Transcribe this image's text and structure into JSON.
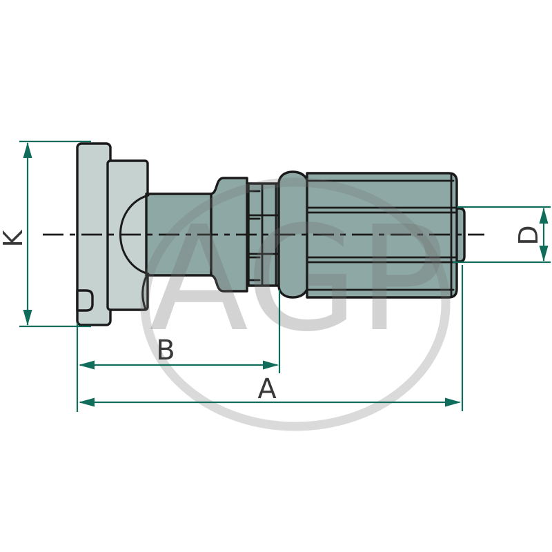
{
  "drawing": {
    "type": "hydraulic-flange-fitting-technical-drawing",
    "watermark_text": "AGP",
    "labels": {
      "k": "K",
      "b": "B",
      "a": "A",
      "d": "D"
    }
  },
  "colors": {
    "dimension": "#106d5c",
    "outline": "#1a1a1a",
    "fill_light": "#c6d2cf",
    "fill_dark": "#8ea9a5",
    "watermark": "#6f6f6f",
    "label": "#383838",
    "background": "#ffffff"
  }
}
